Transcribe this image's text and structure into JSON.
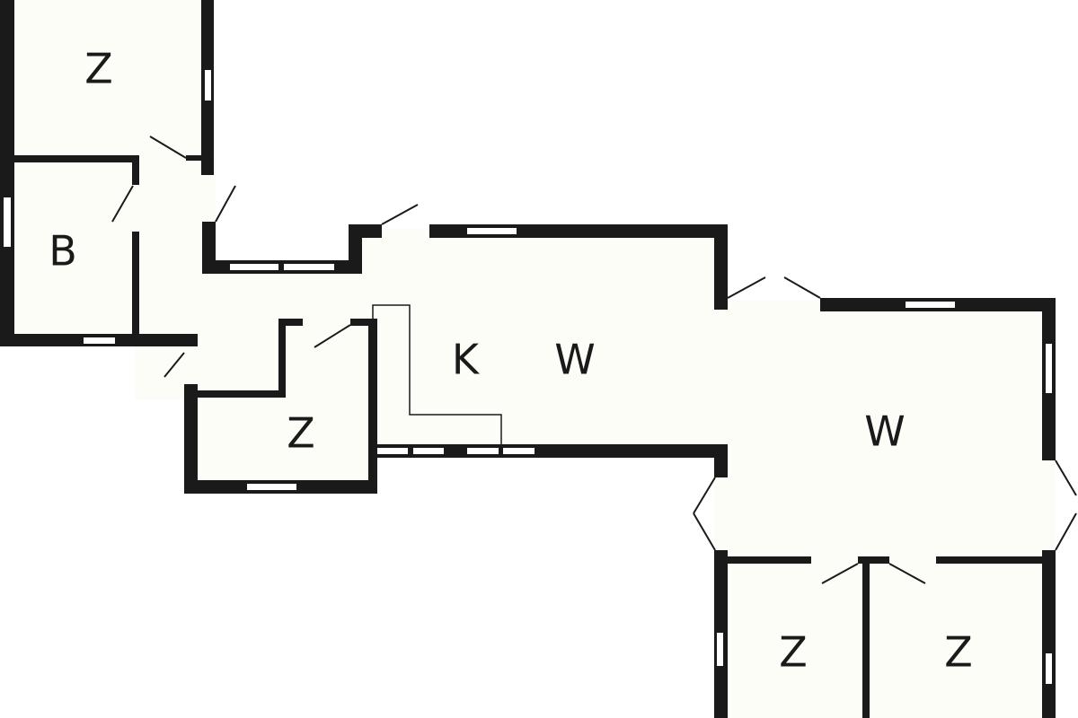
{
  "title": "Floor plan",
  "rooms": [
    {
      "id": "bedroom-top-left",
      "label": "Z"
    },
    {
      "id": "bathroom",
      "label": "B"
    },
    {
      "id": "bedroom-small",
      "label": "Z"
    },
    {
      "id": "kitchen",
      "label": "K"
    },
    {
      "id": "living-center",
      "label": "W"
    },
    {
      "id": "living-right",
      "label": "W"
    },
    {
      "id": "bedroom-bottom-left",
      "label": "Z"
    },
    {
      "id": "bedroom-bottom-right",
      "label": "Z"
    }
  ],
  "colors": {
    "wall": "#1a1a1a",
    "floor": "#fdfdf8",
    "background": "#ffffff"
  }
}
